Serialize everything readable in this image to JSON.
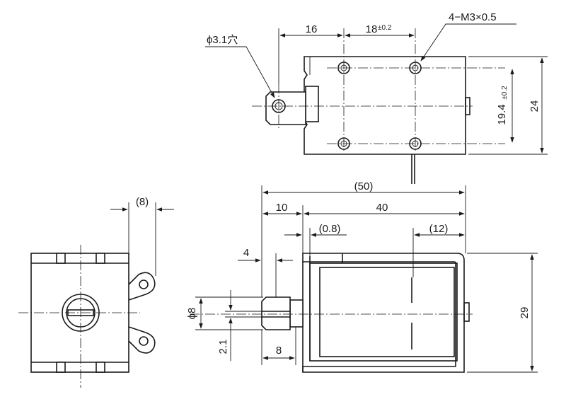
{
  "labels": {
    "hole_dia": "ϕ3.1穴",
    "thread_callout": "4−M3×0.5",
    "dim_16": "16",
    "dim_18": "18",
    "dim_18_tol": "±0.2",
    "dim_19_4": "19.4",
    "dim_19_4_tol": "±0.2",
    "dim_24": "24",
    "dim_50": "(50)",
    "dim_10": "10",
    "dim_40": "40",
    "dim_0_8": "(0.8)",
    "dim_12": "(12)",
    "dim_4": "4",
    "dim_phi8": "ϕ8",
    "dim_2_1": "2.1",
    "dim_8": "8",
    "dim_29": "29",
    "dim_8_paren": "(8)"
  }
}
